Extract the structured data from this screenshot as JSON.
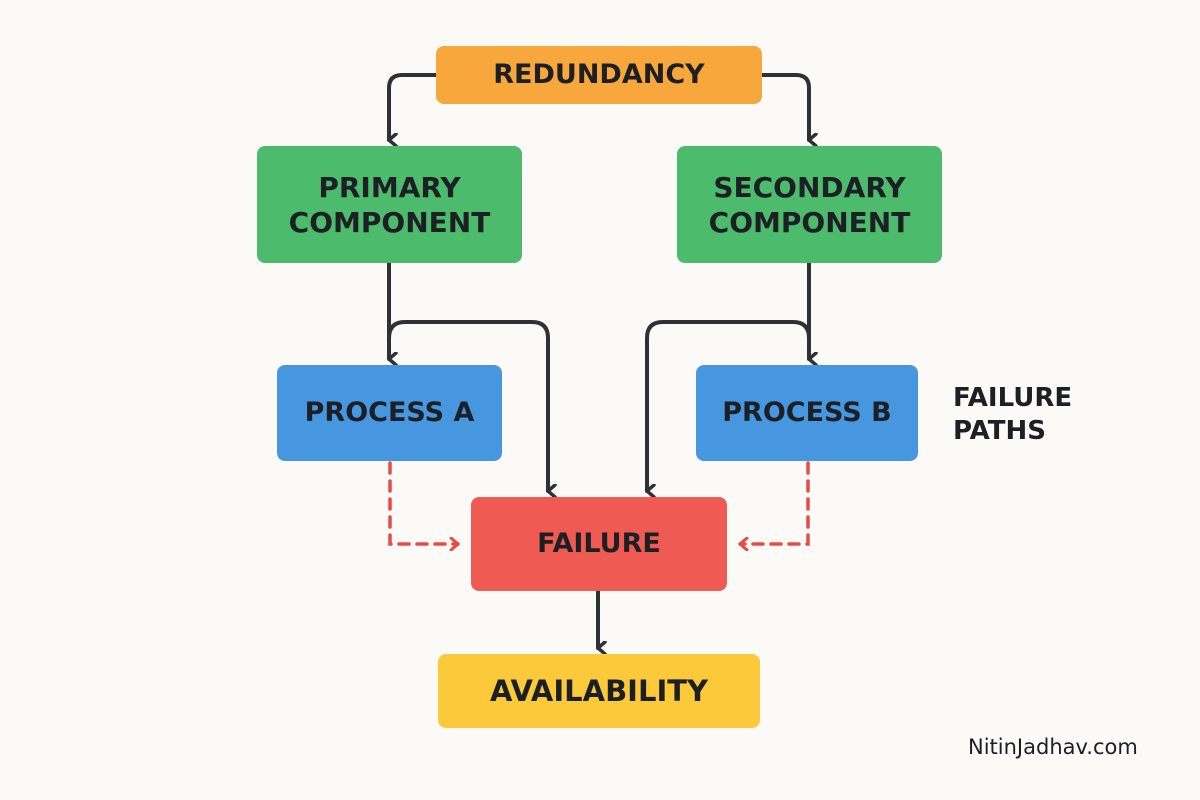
{
  "nodes": {
    "redundancy": {
      "label": "REDUNDANCY",
      "color": "#f7a73b"
    },
    "primary": {
      "line1": "PRIMARY",
      "line2": "COMPONENT",
      "color": "#4cbb6c"
    },
    "secondary": {
      "line1": "SECONDARY",
      "line2": "COMPONENT",
      "color": "#4cbb6c"
    },
    "process_a": {
      "label": "PROCESS A",
      "color": "#4696e0"
    },
    "process_b": {
      "label": "PROCESS B",
      "color": "#4696e0"
    },
    "failure": {
      "label": "FAILURE",
      "color": "#ef5a52"
    },
    "availability": {
      "label": "AVAILABILITY",
      "color": "#fbc93a"
    }
  },
  "annotation": {
    "line1": "FAILURE",
    "line2": "PATHS"
  },
  "credit": "NitinJadhav.com",
  "colors": {
    "edge": "#2e3236",
    "failure_path": "#e94a43",
    "background": "#fbfaf6"
  },
  "edges": [
    {
      "from": "redundancy",
      "to": "primary",
      "style": "solid"
    },
    {
      "from": "redundancy",
      "to": "secondary",
      "style": "solid"
    },
    {
      "from": "primary",
      "to": "process_a",
      "style": "solid"
    },
    {
      "from": "primary",
      "to": "failure",
      "style": "solid"
    },
    {
      "from": "secondary",
      "to": "process_b",
      "style": "solid"
    },
    {
      "from": "secondary",
      "to": "failure",
      "style": "solid"
    },
    {
      "from": "process_a",
      "to": "failure",
      "style": "dashed"
    },
    {
      "from": "process_b",
      "to": "failure",
      "style": "dashed"
    },
    {
      "from": "failure",
      "to": "availability",
      "style": "solid"
    }
  ]
}
